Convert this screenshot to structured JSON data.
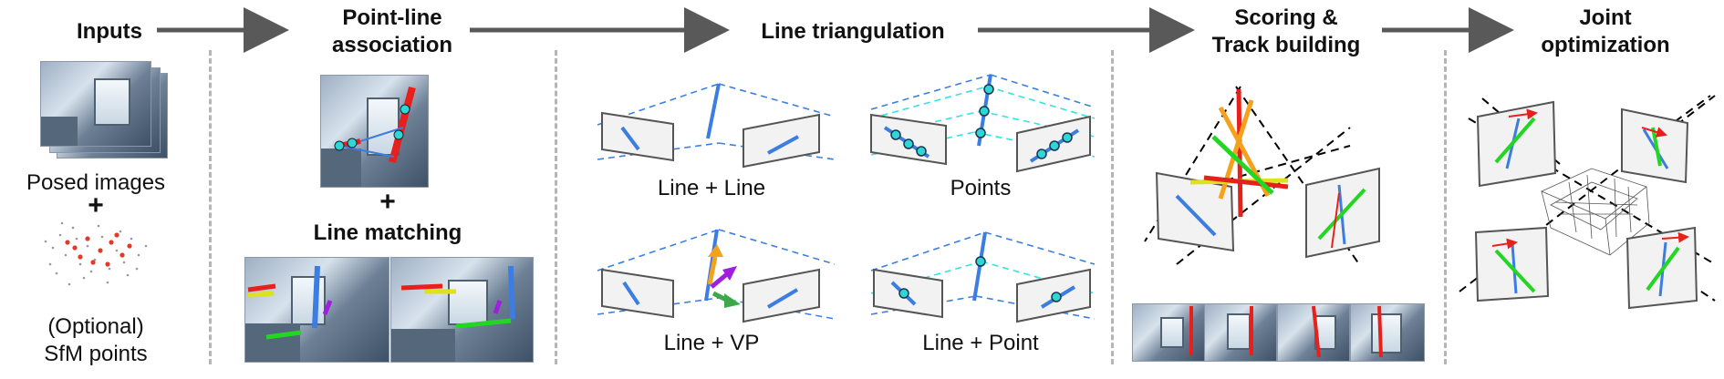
{
  "stages": {
    "inputs": "Inputs",
    "association": "Point-line association",
    "association_line1": "Point-line",
    "association_line2": "association",
    "triangulation": "Line triangulation",
    "scoring_line1": "Scoring &",
    "scoring_line2": "Track building",
    "joint_line1": "Joint",
    "joint_line2": "optimization"
  },
  "inputs": {
    "posed_images": "Posed images",
    "plus": "+",
    "optional": "(Optional)",
    "sfm_points": "SfM points"
  },
  "association": {
    "plus": "+",
    "line_matching": "Line matching"
  },
  "triangulation": {
    "line_line": "Line + Line",
    "points": "Points",
    "line_vp": "Line + VP",
    "line_point": "Line + Point"
  },
  "colors": {
    "arrow": "#595959",
    "separator": "#b5b5b5",
    "dashed_blue": "#3d7fe0",
    "dashed_cyan": "#35e3e3",
    "line_blue": "#3b7de0",
    "point_cyan": "#2fd6d6",
    "red": "#e8201c",
    "green": "#22d622",
    "orange": "#f4a11c",
    "yellow": "#dde21c",
    "purple": "#a01ee0",
    "panel_fill": "#f2f2f2",
    "panel_stroke": "#555555"
  }
}
